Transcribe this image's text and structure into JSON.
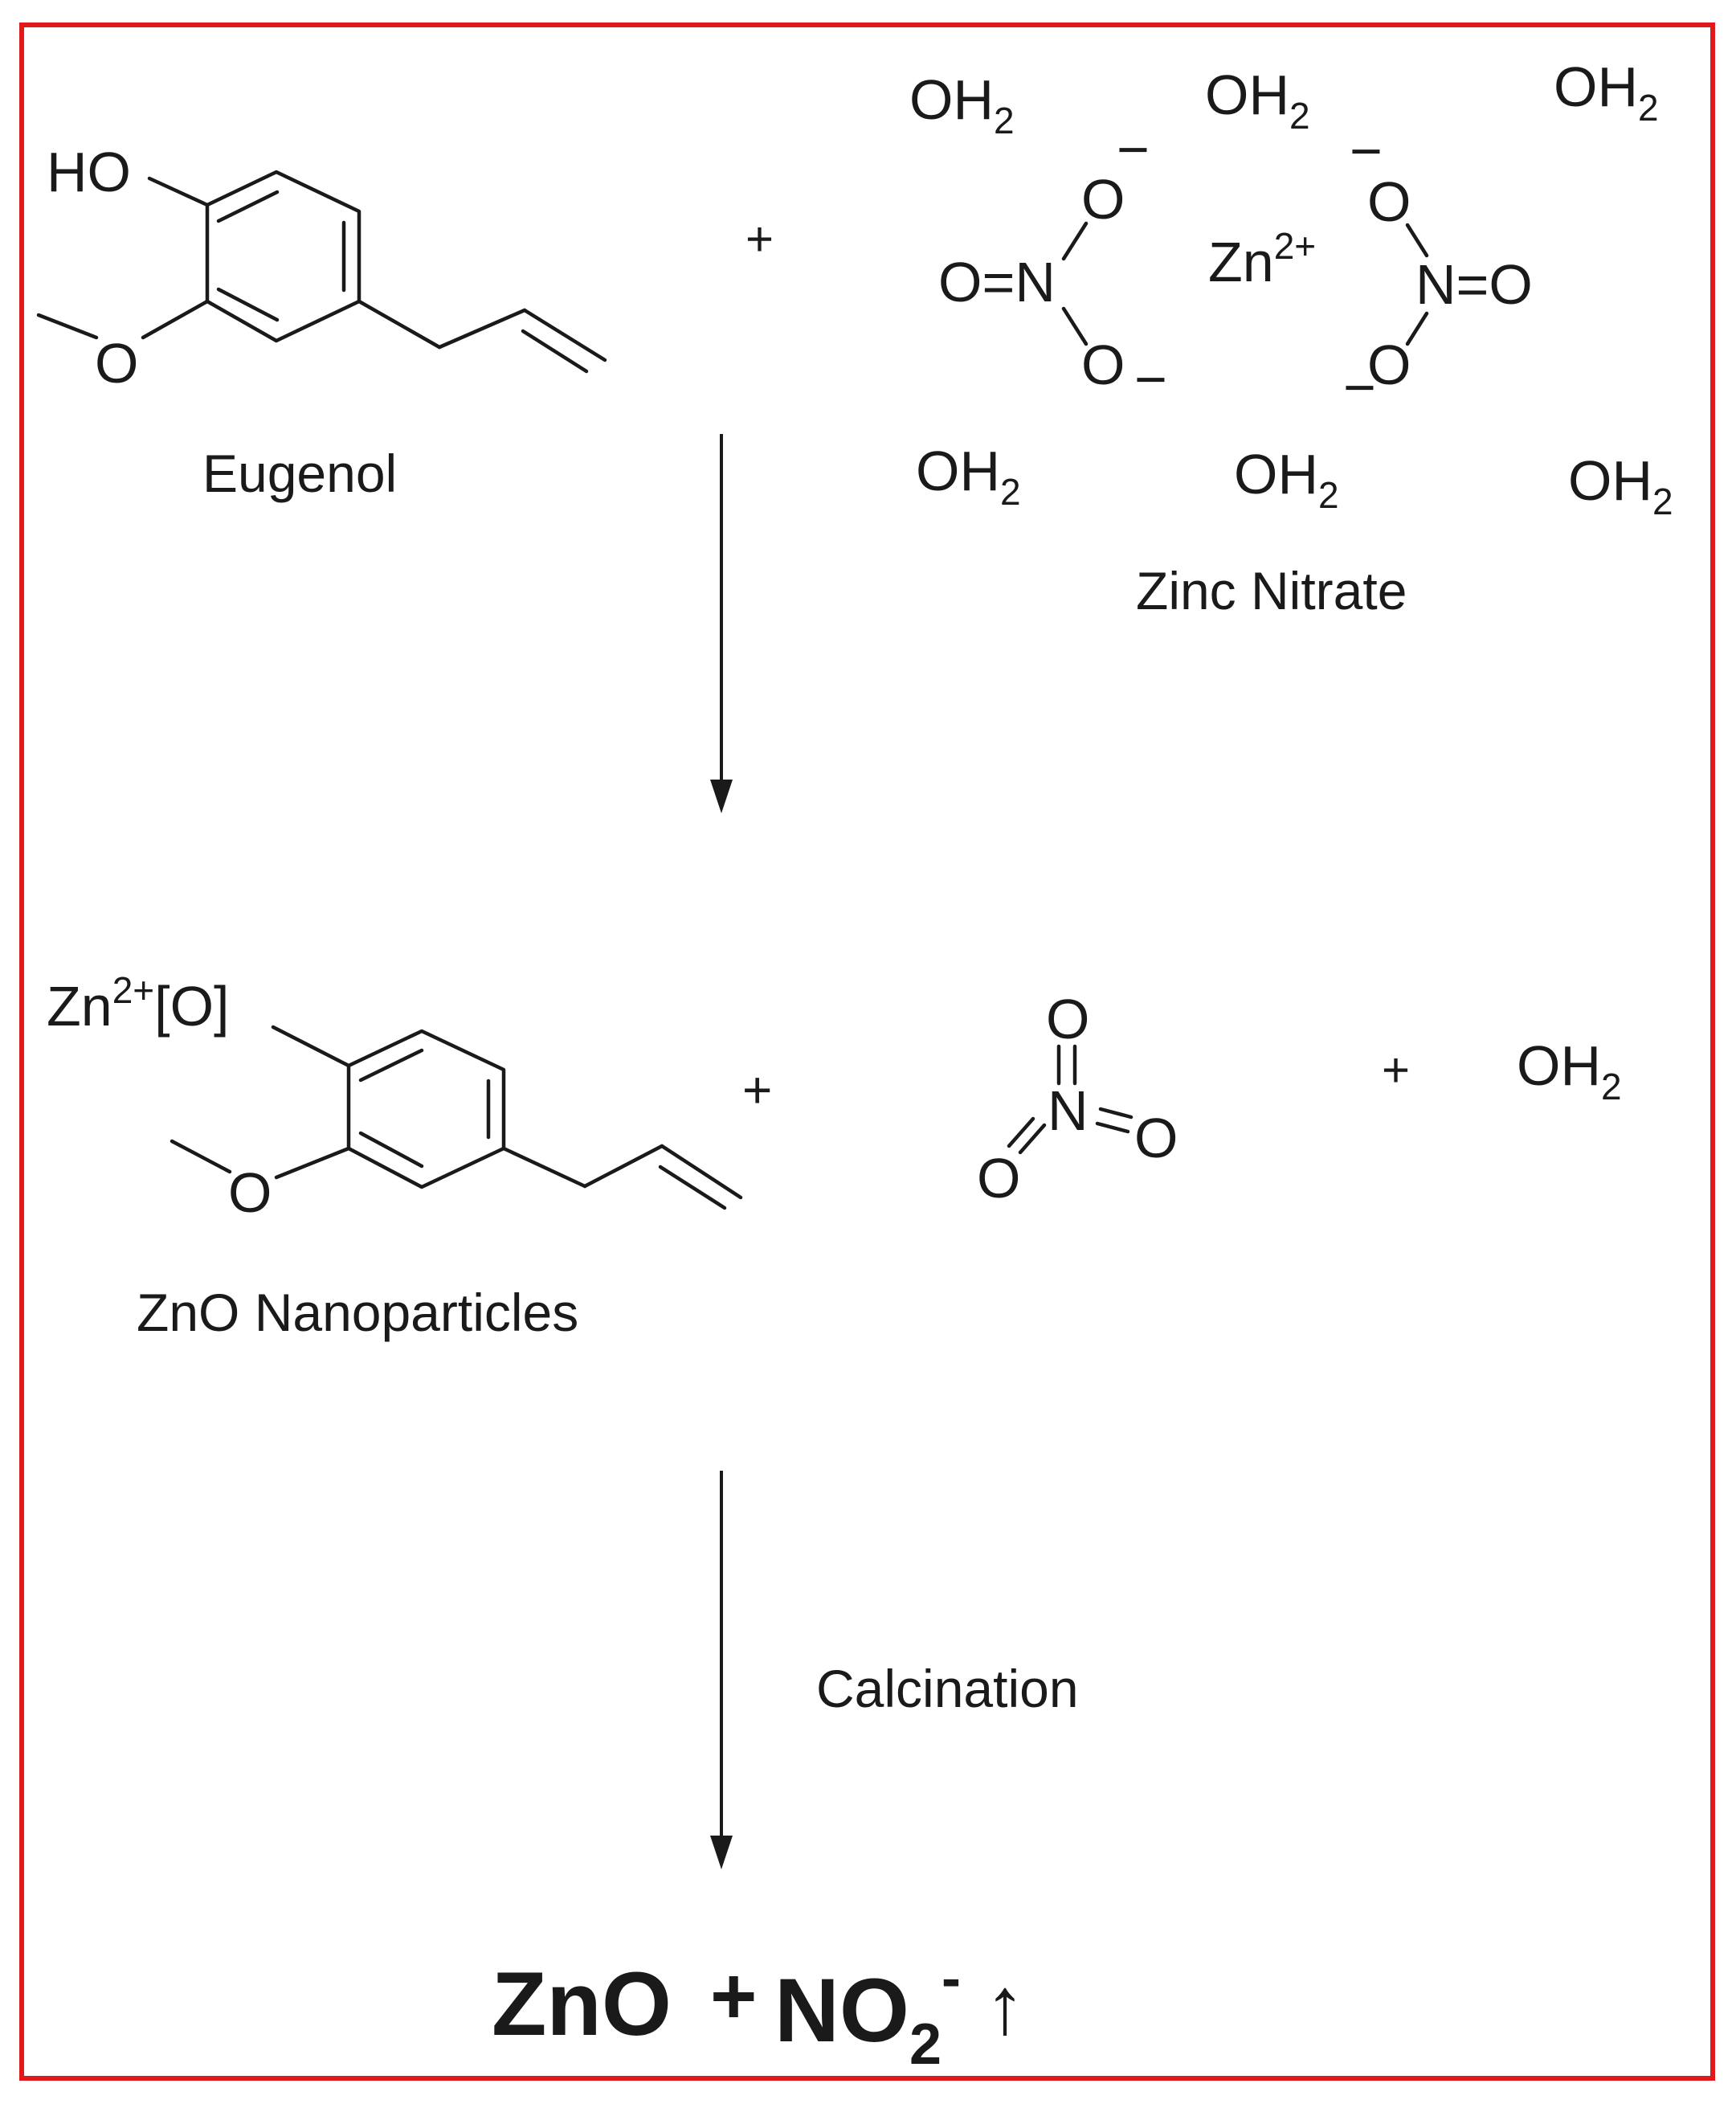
{
  "frame": {
    "border_color": "#e0191b"
  },
  "reactants": {
    "eugenol": {
      "name": "Eugenol",
      "hydroxyl": "HO",
      "methoxy_oxygen": "O"
    },
    "plus_1": "+",
    "zinc_nitrate": {
      "name": "Zinc Nitrate",
      "water_base": "OH",
      "water_sub": "2",
      "zinc_base": "Zn",
      "zinc_charge": "2+",
      "oxygen": "O",
      "nitrogen": "N",
      "minus": "−",
      "left_n_group": "O=N",
      "right_n_group": "N=O"
    }
  },
  "intermediate": {
    "zinc_oxide_label": "ZnO Nanoparticles",
    "zn_base": "Zn",
    "zn_charge": "2+",
    "zn_bracket": "[O]",
    "methoxy_oxygen": "O",
    "plus_2": "+",
    "no2_oxygen": "O",
    "no2_nitrogen": "N",
    "plus_3": "+",
    "water_base": "OH",
    "water_sub": "2"
  },
  "step_label": "Calcination",
  "products": {
    "zno": "ZnO",
    "plus": "+",
    "no2_base": "NO",
    "no2_sub": "2",
    "no2_charge": "-",
    "gas_arrow": "↑"
  }
}
